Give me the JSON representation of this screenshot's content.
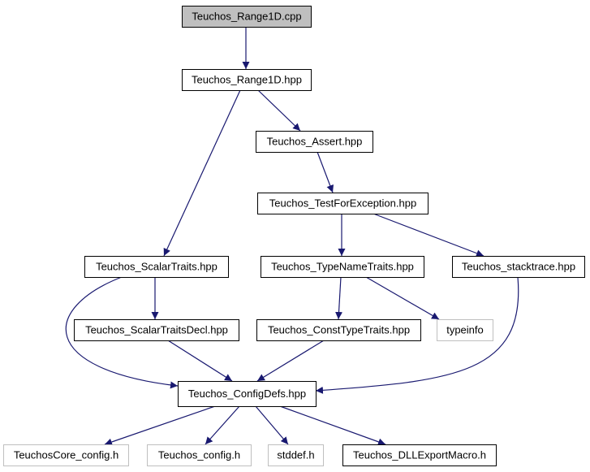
{
  "colors": {
    "edge": "#191970",
    "border": "#000000",
    "external_border": "#bfbfbf",
    "root_fill": "#bfbfbf",
    "fill": "#ffffff",
    "external_text": "#7f7f7f"
  },
  "nodes": {
    "range1d_cpp": {
      "label": "Teuchos_Range1D.cpp",
      "kind": "root"
    },
    "range1d_hpp": {
      "label": "Teuchos_Range1D.hpp",
      "kind": "normal"
    },
    "assert_hpp": {
      "label": "Teuchos_Assert.hpp",
      "kind": "normal"
    },
    "testforexception_hpp": {
      "label": "Teuchos_TestForException.hpp",
      "kind": "normal"
    },
    "scalartraits_hpp": {
      "label": "Teuchos_ScalarTraits.hpp",
      "kind": "normal"
    },
    "typenametraits_hpp": {
      "label": "Teuchos_TypeNameTraits.hpp",
      "kind": "normal"
    },
    "stacktrace_hpp": {
      "label": "Teuchos_stacktrace.hpp",
      "kind": "normal"
    },
    "scalartraitsdecl_hpp": {
      "label": "Teuchos_ScalarTraitsDecl.hpp",
      "kind": "normal"
    },
    "consttypetraits_hpp": {
      "label": "Teuchos_ConstTypeTraits.hpp",
      "kind": "normal"
    },
    "typeinfo": {
      "label": "typeinfo",
      "kind": "external"
    },
    "configdefs_hpp": {
      "label": "Teuchos_ConfigDefs.hpp",
      "kind": "normal"
    },
    "teuchoscore_config_h": {
      "label": "TeuchosCore_config.h",
      "kind": "external"
    },
    "teuchos_config_h": {
      "label": "Teuchos_config.h",
      "kind": "external"
    },
    "stddef_h": {
      "label": "stddef.h",
      "kind": "external"
    },
    "dllexportmacro_h": {
      "label": "Teuchos_DLLExportMacro.h",
      "kind": "normal"
    }
  },
  "edges": [
    {
      "from": "range1d_cpp",
      "to": "range1d_hpp"
    },
    {
      "from": "range1d_hpp",
      "to": "assert_hpp"
    },
    {
      "from": "range1d_hpp",
      "to": "scalartraits_hpp"
    },
    {
      "from": "assert_hpp",
      "to": "testforexception_hpp"
    },
    {
      "from": "testforexception_hpp",
      "to": "typenametraits_hpp"
    },
    {
      "from": "testforexception_hpp",
      "to": "stacktrace_hpp"
    },
    {
      "from": "scalartraits_hpp",
      "to": "scalartraitsdecl_hpp"
    },
    {
      "from": "scalartraits_hpp",
      "to": "configdefs_hpp"
    },
    {
      "from": "typenametraits_hpp",
      "to": "consttypetraits_hpp"
    },
    {
      "from": "typenametraits_hpp",
      "to": "typeinfo"
    },
    {
      "from": "stacktrace_hpp",
      "to": "configdefs_hpp"
    },
    {
      "from": "scalartraitsdecl_hpp",
      "to": "configdefs_hpp"
    },
    {
      "from": "consttypetraits_hpp",
      "to": "configdefs_hpp"
    },
    {
      "from": "configdefs_hpp",
      "to": "teuchoscore_config_h"
    },
    {
      "from": "configdefs_hpp",
      "to": "teuchos_config_h"
    },
    {
      "from": "configdefs_hpp",
      "to": "stddef_h"
    },
    {
      "from": "configdefs_hpp",
      "to": "dllexportmacro_h"
    }
  ]
}
